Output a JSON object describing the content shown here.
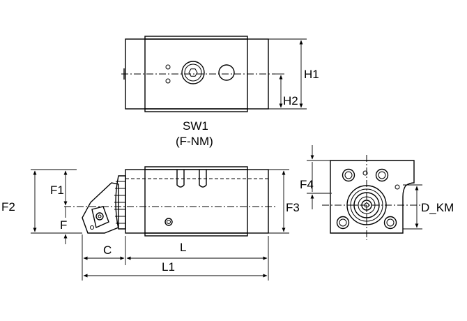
{
  "drawing": {
    "top_view": {
      "label_sw": "SW1",
      "label_f_nm": "(F-NM)",
      "dim_h1": "H1",
      "dim_h2": "H2"
    },
    "side_view": {
      "dim_f1": "F1",
      "dim_f2": "F2",
      "dim_f": "F",
      "dim_f3": "F3",
      "dim_c": "C",
      "dim_l": "L",
      "dim_l1": "L1"
    },
    "end_view": {
      "dim_f4": "F4",
      "dim_d_km": "D_KM"
    }
  }
}
